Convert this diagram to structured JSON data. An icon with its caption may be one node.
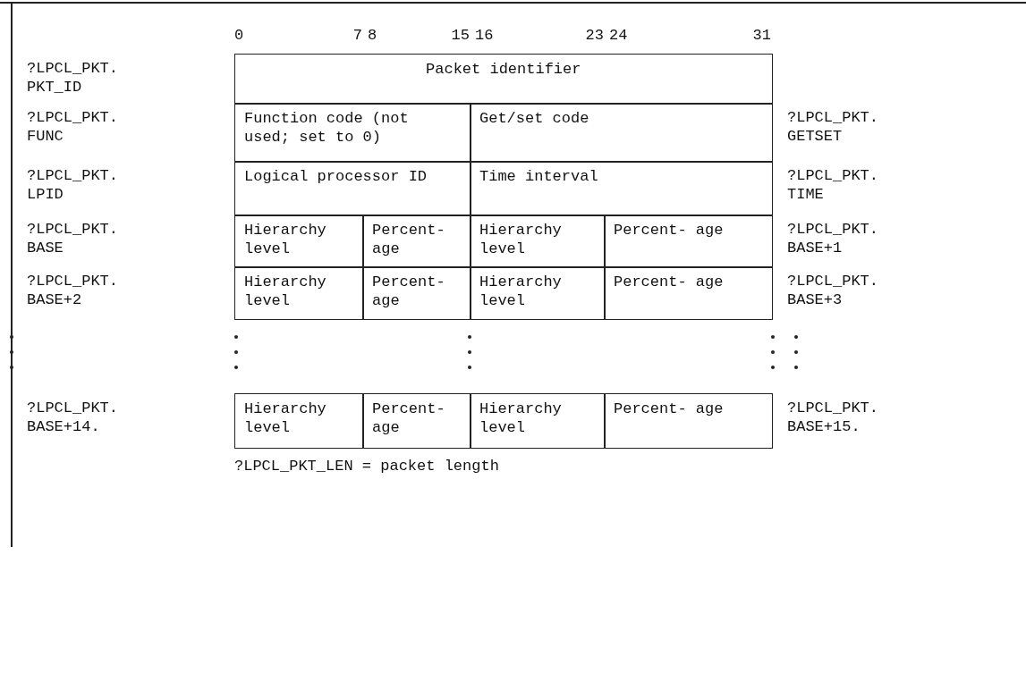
{
  "diagram": {
    "labels": [
      "0",
      "7",
      "8",
      "15",
      "16",
      "23",
      "24",
      "31",
      "?LPCL_PKT. PKT_ID",
      "Packet identifier",
      "?LPCL_PKT. FUNC",
      "Function code (not used; set to 0)",
      "Get/set code",
      "?LPCL_PKT. GETSET",
      "?LPCL_PKT. LPID",
      "Logical processor ID",
      "Time interval",
      "?LPCL_PKT. TIME",
      "?LPCL_PKT. BASE",
      "Hierarchy level",
      "Percent- age",
      "Hierarchy level",
      "Percent- age",
      "?LPCL_PKT. BASE+1",
      "?LPCL_PKT. BASE+2",
      "Hierarchy level",
      "Percent- age",
      "Hierarchy level",
      "Percent- age",
      "?LPCL_PKT. BASE+3",
      "?LPCL_PKT. BASE+14.",
      "Hierarchy level",
      "Percent- age",
      "Hierarchy level",
      "Percent- age",
      "?LPCL_PKT. BASE+15.",
      "?LPCL_PKT_LEN = packet length"
    ]
  }
}
